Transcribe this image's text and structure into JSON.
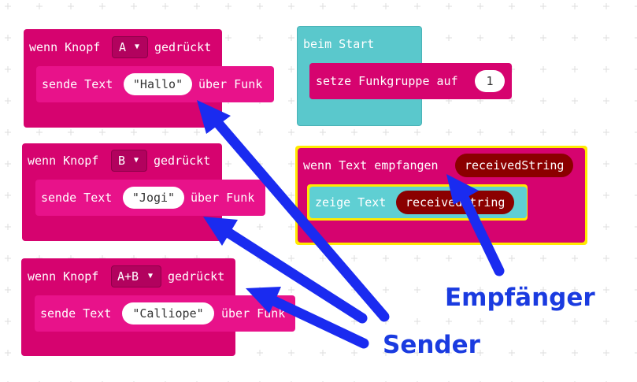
{
  "blocks": {
    "sender_a": {
      "event_prefix": "wenn Knopf",
      "button": "A",
      "event_suffix": "gedrückt",
      "send_prefix": "sende Text",
      "text": "\"Hallo\"",
      "send_suffix": "über Funk"
    },
    "sender_b": {
      "event_prefix": "wenn Knopf",
      "button": "B",
      "event_suffix": "gedrückt",
      "send_prefix": "sende Text",
      "text": "\"Jogi\"",
      "send_suffix": "über Funk"
    },
    "sender_ab": {
      "event_prefix": "wenn Knopf",
      "button": "A+B",
      "event_suffix": "gedrückt",
      "send_prefix": "sende Text",
      "text": "\"Calliope\"",
      "send_suffix": "über Funk"
    },
    "on_start": {
      "title": "beim Start",
      "set_group": "setze Funkgruppe auf",
      "group_value": "1"
    },
    "receiver": {
      "title": "wenn Text empfangen",
      "param": "receivedString",
      "show": "zeige Text",
      "show_param": "receivedString"
    }
  },
  "annotations": {
    "sender": "Sender",
    "receiver": "Empfänger"
  },
  "colors": {
    "radio_pink": "#d6036f",
    "basic_teal": "#5ac8cc",
    "variable": "#8b0000",
    "arrow_blue": "#1a2bf0",
    "highlight": "#ffea00"
  },
  "icons": {
    "dropdown": "caret-down-icon"
  }
}
